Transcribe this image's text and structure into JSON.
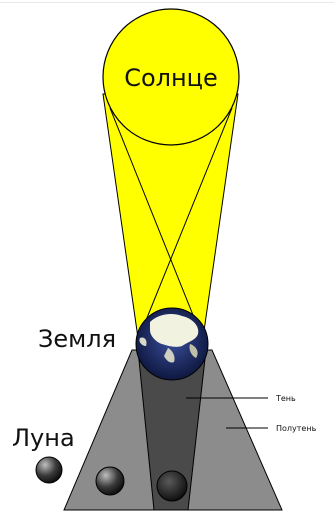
{
  "labels": {
    "sun": "Солнце",
    "earth": "Земля",
    "moon": "Луна",
    "umbra": "Тень",
    "penumbra": "Полутень"
  },
  "colors": {
    "sun_fill": "#ffff00",
    "sun_stroke": "#8a8a00",
    "light_cone": "#ffff00",
    "penumbra_shade": "#808080",
    "umbra_shade": "#404040",
    "earth_land": "#f2f2e0",
    "earth_ocean": "#1c2a66",
    "moon_dark": "#202020",
    "moon_light": "#d8d8d8",
    "outline": "#000000"
  },
  "icons": {
    "sun": "sun-icon",
    "earth": "earth-globe-icon",
    "moon": "moon-icon"
  }
}
